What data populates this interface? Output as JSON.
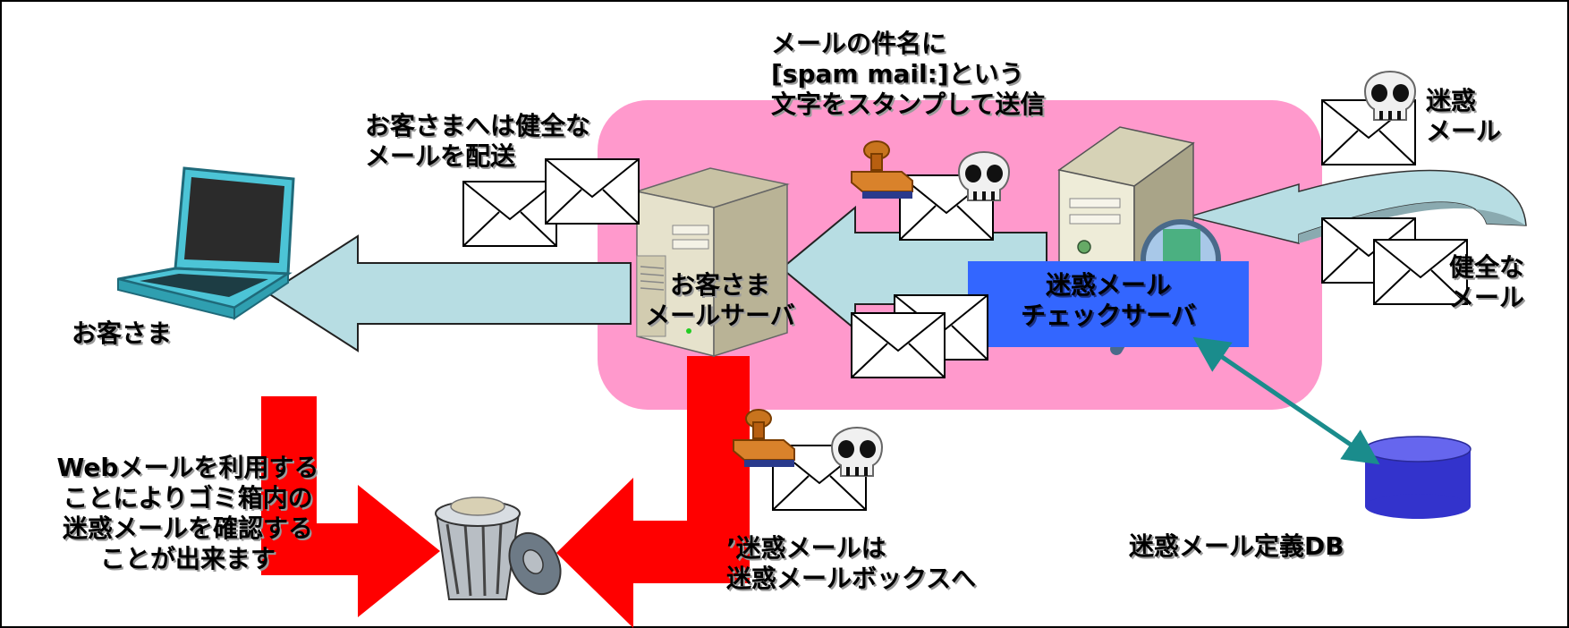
{
  "labels": {
    "customer": "お客さま",
    "customer_server": [
      "お客さま",
      "メールサーバ"
    ],
    "check_server": [
      "迷惑メール",
      "チェックサーバ"
    ],
    "stamp_note": [
      "メールの件名に",
      "[spam mail:]という",
      "文字をスタンプして送信"
    ],
    "deliver_note": [
      "お客さまへは健全な",
      "メールを配送"
    ],
    "spam_in": [
      "迷惑",
      "メール"
    ],
    "clean_in": [
      "健全な",
      "メール"
    ],
    "spam_box_note": [
      "’迷惑メールは",
      "迷惑メールボックスへ"
    ],
    "spam_db": "迷惑メール定義DB",
    "webmail_note": [
      "Webメールを利用する",
      "ことによりゴミ箱内の",
      "迷惑メールを確認する",
      "ことが出来ます"
    ]
  },
  "icons": [
    "laptop-icon",
    "server-icon",
    "envelope-icon",
    "stamp-icon",
    "skull-icon",
    "trash-can-icon",
    "database-icon",
    "magnifier-icon"
  ],
  "colors": {
    "zone": "#ff99cc",
    "flow_arrow": "#b7dde3",
    "spam_arrow": "#ff0000",
    "check_server_label": "#3366ff",
    "database": "#3333cc",
    "db_link": "#33aaaa"
  }
}
